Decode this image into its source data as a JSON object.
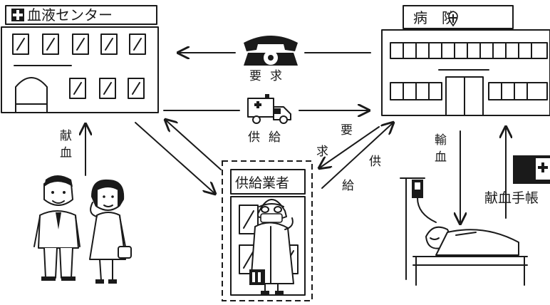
{
  "nodes": {
    "blood_center": "血液センター",
    "hospital": "病　院",
    "supplier": "供給業者"
  },
  "flows": {
    "request": "要求",
    "supply": "供給",
    "donation": "献血",
    "transfusion": "輸血",
    "request_diag": "要求",
    "supply_diag": "給供",
    "donor_card": "献血手帳"
  },
  "icons": [
    "red-cross-icon",
    "telephone-icon",
    "ambulance-icon",
    "iv-bag-icon"
  ],
  "colors": {
    "ink": "#1a1a1a",
    "paper": "#ffffff"
  }
}
